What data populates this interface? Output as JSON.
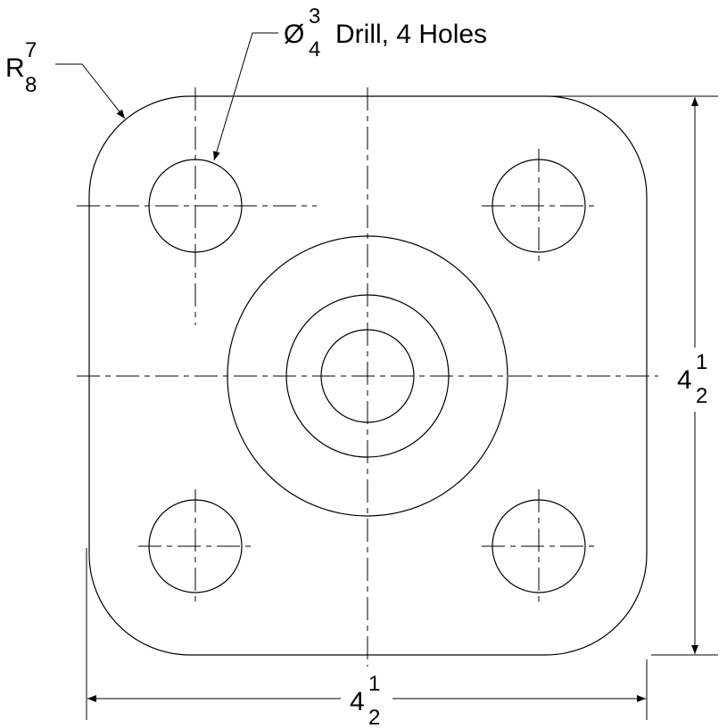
{
  "drawing": {
    "line_color": "#000000",
    "background": "#ffffff",
    "corner_radius": {
      "prefix": "R",
      "numerator": "7",
      "denominator": "8"
    },
    "drill_note": {
      "symbol": "Ø",
      "numerator": "3",
      "denominator": "4",
      "text": "Drill, 4 Holes"
    },
    "width_dimension": {
      "whole": "4",
      "numerator": "1",
      "denominator": "2"
    },
    "height_dimension": {
      "whole": "4",
      "numerator": "1",
      "denominator": "2"
    }
  }
}
